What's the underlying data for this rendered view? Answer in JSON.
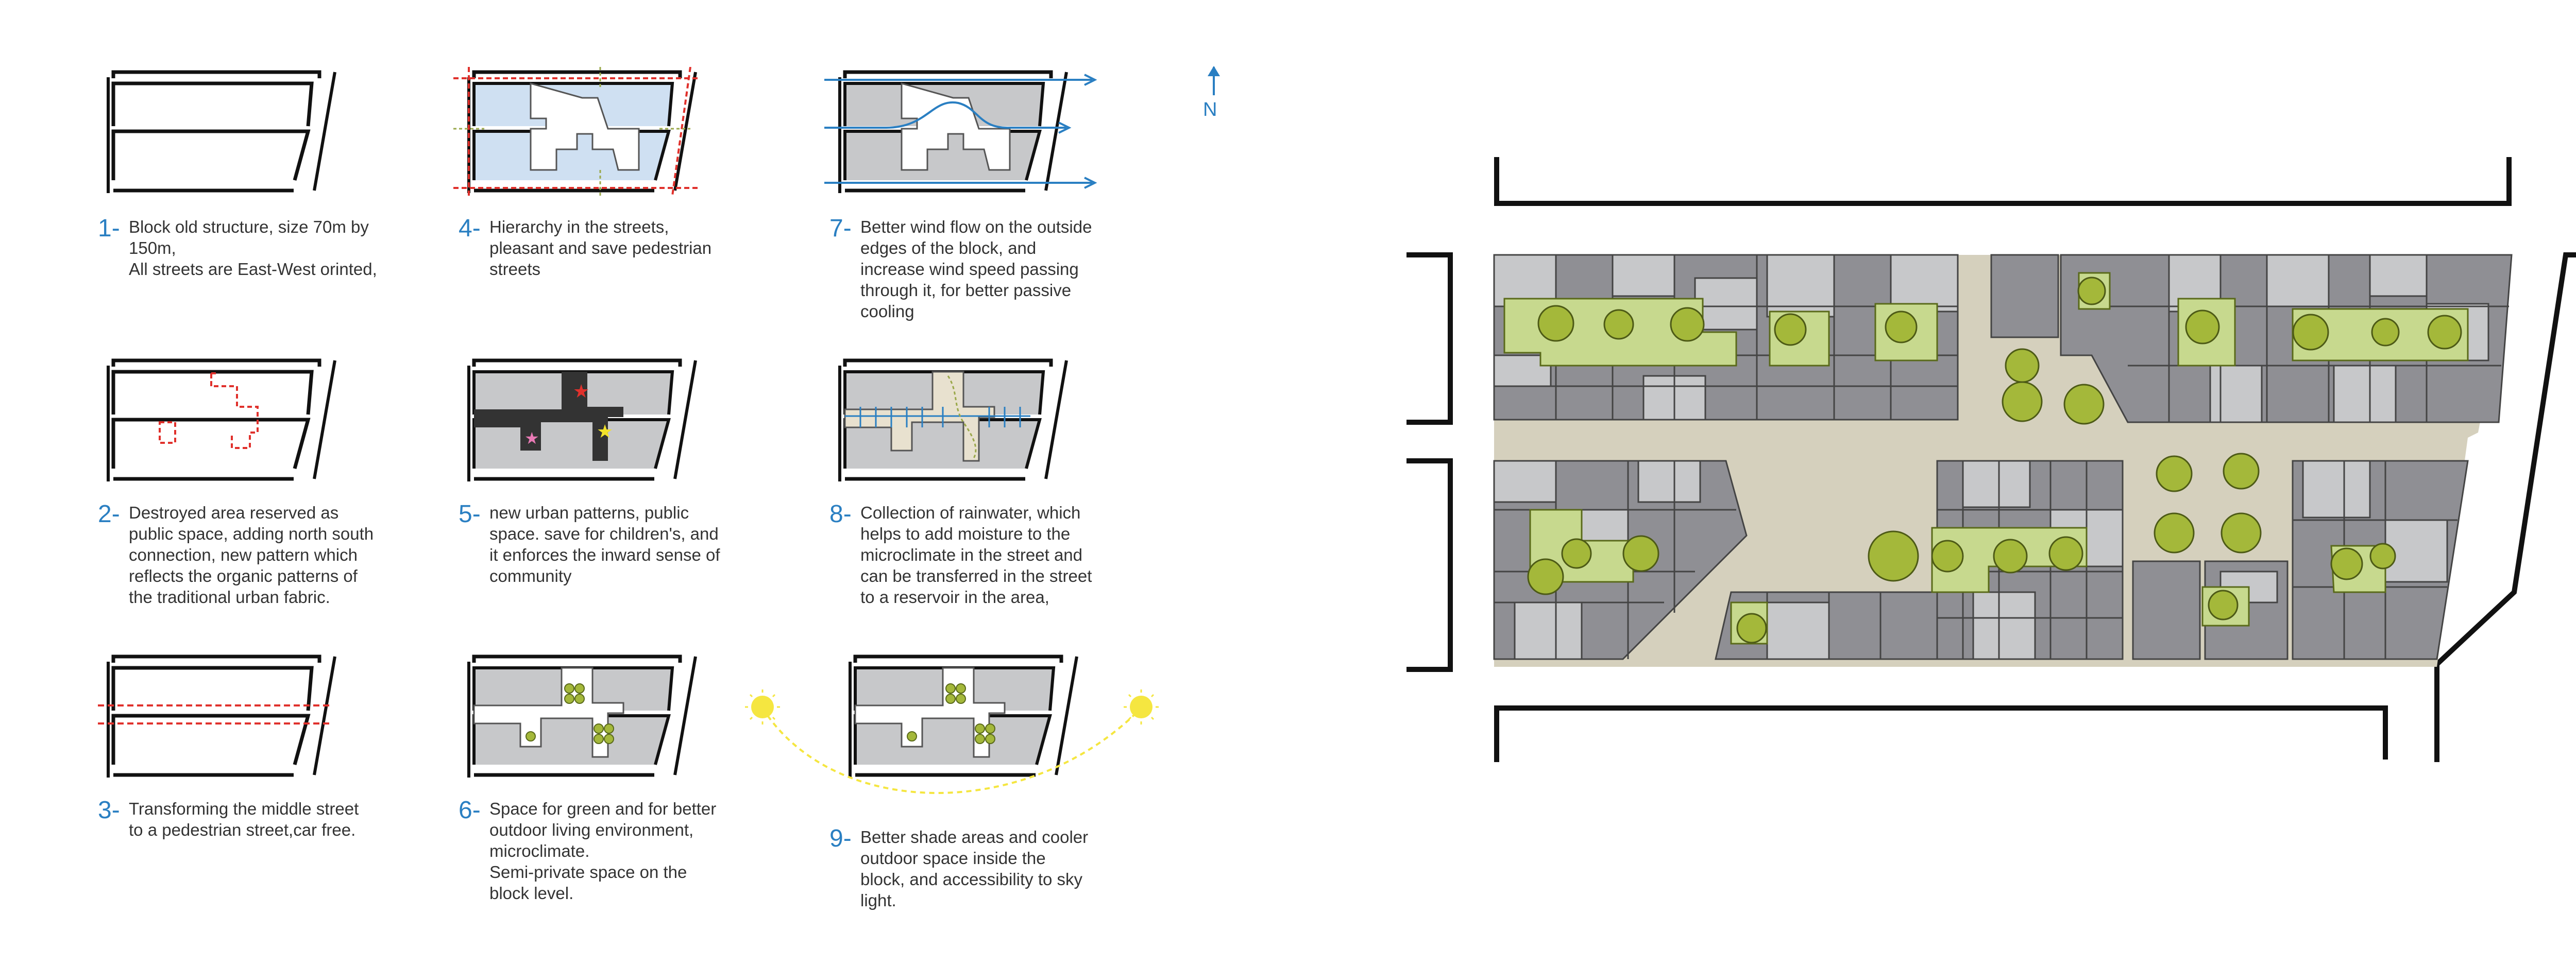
{
  "north_label": "N",
  "colors": {
    "accent": "#2a7fc2",
    "building": "#8f8f94",
    "building_light": "#c7c8ca",
    "street": "#d5d0bd",
    "courtyard": "#c7d98e",
    "tree": "#a4b83a",
    "hatch_red": "#e0312c",
    "sun": "#f5e640",
    "water": "#cfe0f2"
  },
  "steps": [
    {
      "num": "1-",
      "text": "Block old structure, size 70m by\n150m,\nAll streets are East-West orinted,"
    },
    {
      "num": "2-",
      "text": "Destroyed area reserved as\npublic space, adding north south\nconnection, new pattern which\nreflects the organic patterns of\nthe traditional urban fabric."
    },
    {
      "num": "3-",
      "text": "Transforming the middle street\nto a pedestrian street,car free."
    },
    {
      "num": "4-",
      "text": "Hierarchy in the streets,\npleasant and save pedestrian\nstreets"
    },
    {
      "num": "5-",
      "text": "new urban patterns, public\nspace. save for children's, and\nit enforces the inward sense of\ncommunity"
    },
    {
      "num": "6-",
      "text": "Space for green and for better\noutdoor living environment,\nmicroclimate.\nSemi-private space on the\nblock level."
    },
    {
      "num": "7-",
      "text": "Better wind flow on the outside\nedges of the block, and\nincrease wind speed passing\nthrough it, for better passive\ncooling"
    },
    {
      "num": "8-",
      "text": "Collection of rainwater, which\nhelps to add moisture to the\nmicroclimate in the street and\ncan be transferred in the street\nto a reservoir in the area,"
    },
    {
      "num": "9-",
      "text": "Better shade areas and cooler\noutdoor space inside the\nblock, and accessibility to sky\nlight."
    }
  ]
}
